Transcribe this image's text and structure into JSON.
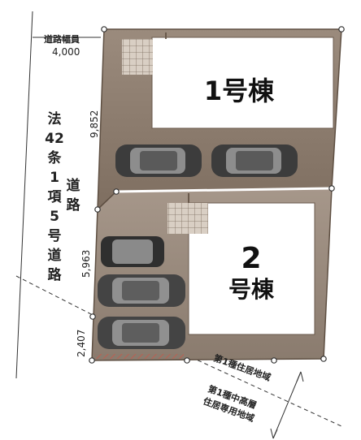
{
  "road": {
    "width_title": "道路幅員",
    "width_value": "4,000",
    "designation_chars": [
      "法",
      "42",
      "条",
      "1",
      "項",
      "5",
      "号",
      "道",
      "路"
    ],
    "road_chars": [
      "道",
      "路"
    ]
  },
  "dimensions": {
    "lot1_frontage": "9,852",
    "lot2_frontage": "5,963",
    "corner": "2,407"
  },
  "buildings": {
    "b1_label": "1号棟",
    "b2_number": "2",
    "b2_suffix": "号棟"
  },
  "zones": {
    "zone1": "第1種住居地域",
    "zone2_line1": "第1種中高層",
    "zone2_line2": "住居専用地域"
  },
  "colors": {
    "lot1": "#8f7f71",
    "lot2": "#9a8b7e",
    "building": "#ffffff",
    "wall": "#6a5a4c",
    "accent": "#c9584a"
  }
}
